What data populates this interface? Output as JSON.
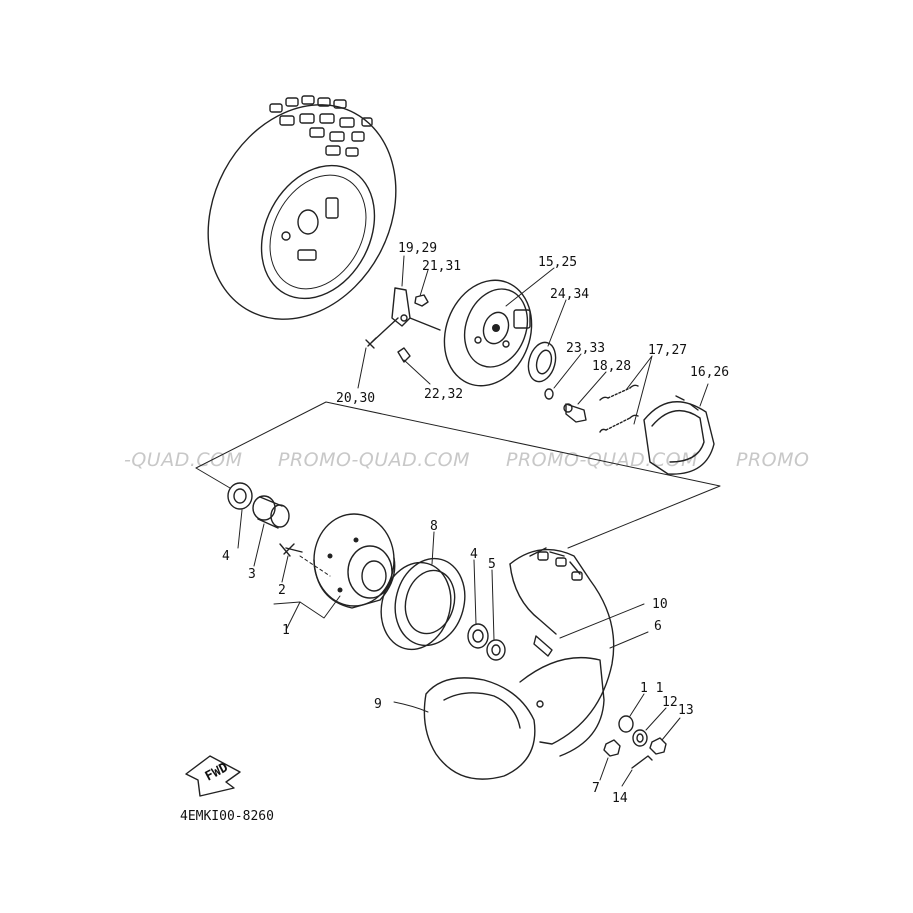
{
  "diagram": {
    "code": "4EMKI00-8260",
    "fwd_badge": "FWD",
    "watermark": [
      "-QUAD.COM",
      "PROMO-QUAD.COM",
      "PROMO-QUAD.COM",
      "PROMO"
    ],
    "labels": {
      "p1": "1",
      "p2": "2",
      "p3": "3",
      "p4a": "4",
      "p4b": "4",
      "p5": "5",
      "p6": "6",
      "p7": "7",
      "p8": "8",
      "p9": "9",
      "p10": "10",
      "p11": "1 1",
      "p12": "12",
      "p13": "13",
      "p14": "14",
      "p15_25": "15,25",
      "p16_26": "16,26",
      "p17_27": "17,27",
      "p18_28": "18,28",
      "p19_29": "19,29",
      "p20_30": "20,30",
      "p21_31": "21,31",
      "p22_32": "22,32",
      "p23_33": "23,33",
      "p24_34": "24,34"
    }
  }
}
